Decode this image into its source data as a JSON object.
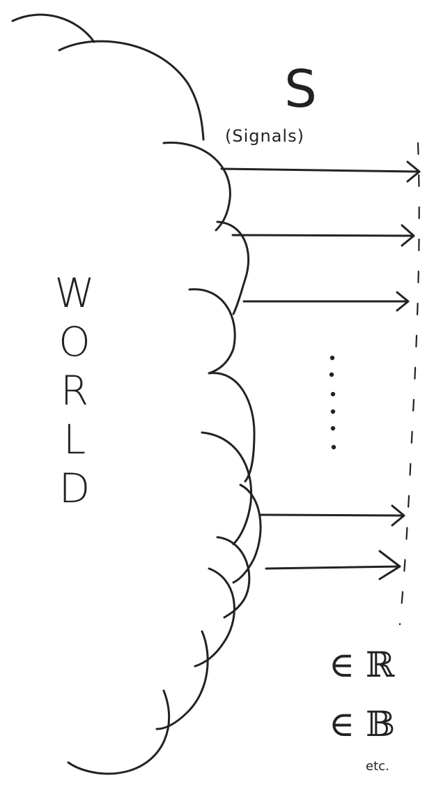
{
  "diagram": {
    "world_label": "WORLD",
    "signals_symbol": "S",
    "signals_caption": "(Signals)",
    "domain_real": "∈ ℝ",
    "domain_boolean": "∈ 𝔹",
    "domain_etc": "etc.",
    "signal_count_drawn": 5,
    "ellipsis": "⋮"
  },
  "colors": {
    "ink": "#222222",
    "background": "#ffffff"
  }
}
